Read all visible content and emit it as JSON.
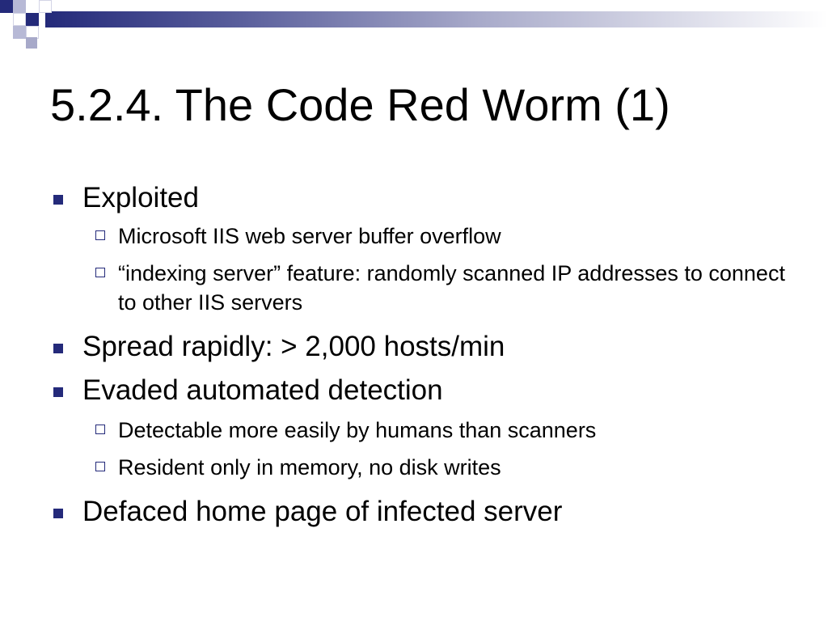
{
  "slide": {
    "title": "5.2.4. The Code Red Worm (1)",
    "bullets": [
      {
        "text": "Exploited",
        "sub": [
          "Microsoft IIS web server buffer overflow",
          "“indexing server” feature: randomly scanned IP addresses to connect to other IIS servers"
        ]
      },
      {
        "text": "Spread rapidly: > 2,000 hosts/min",
        "sub": []
      },
      {
        "text": "Evaded automated detection",
        "sub": [
          "Detectable more easily by humans than scanners",
          "Resident only in memory, no disk writes"
        ]
      },
      {
        "text": "Defaced home page of infected server",
        "sub": []
      }
    ]
  },
  "colors": {
    "accent": "#242a7a",
    "accent_light": "#b7b9d6",
    "text": "#000000",
    "background": "#ffffff"
  },
  "icons": {
    "level1_bullet": "filled-square-icon",
    "level2_bullet": "hollow-square-icon"
  }
}
